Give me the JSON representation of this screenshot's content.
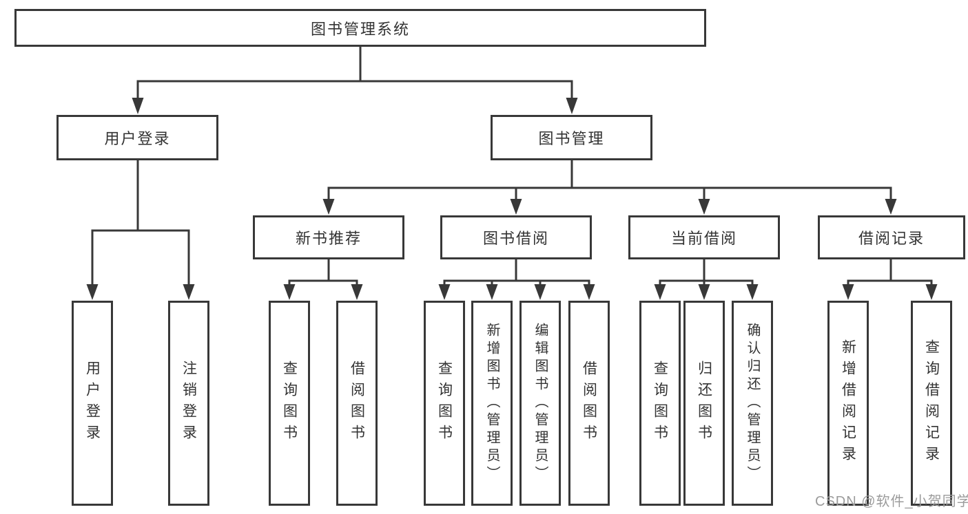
{
  "diagram": {
    "root": {
      "label": "图书管理系统"
    },
    "level2": [
      {
        "label": "用户登录"
      },
      {
        "label": "图书管理"
      }
    ],
    "level3": [
      {
        "label": "新书推荐"
      },
      {
        "label": "图书借阅"
      },
      {
        "label": "当前借阅"
      },
      {
        "label": "借阅记录"
      }
    ],
    "leaves": [
      {
        "label": "用户登录"
      },
      {
        "label": "注销登录"
      },
      {
        "label": "查询图书"
      },
      {
        "label": "借阅图书"
      },
      {
        "label": "查询图书"
      },
      {
        "label": "新增图书（管理员）"
      },
      {
        "label": "编辑图书（管理员）"
      },
      {
        "label": "借阅图书"
      },
      {
        "label": "查询图书"
      },
      {
        "label": "归还图书"
      },
      {
        "label": "确认归还（管理员）"
      },
      {
        "label": "新增借阅记录"
      },
      {
        "label": "查询借阅记录"
      }
    ],
    "watermark": "CSDN @软件_小贺同学",
    "colors": {
      "line": "#383838",
      "text": "#333333",
      "watermark": "#9b9b9b",
      "background": "#ffffff"
    }
  }
}
